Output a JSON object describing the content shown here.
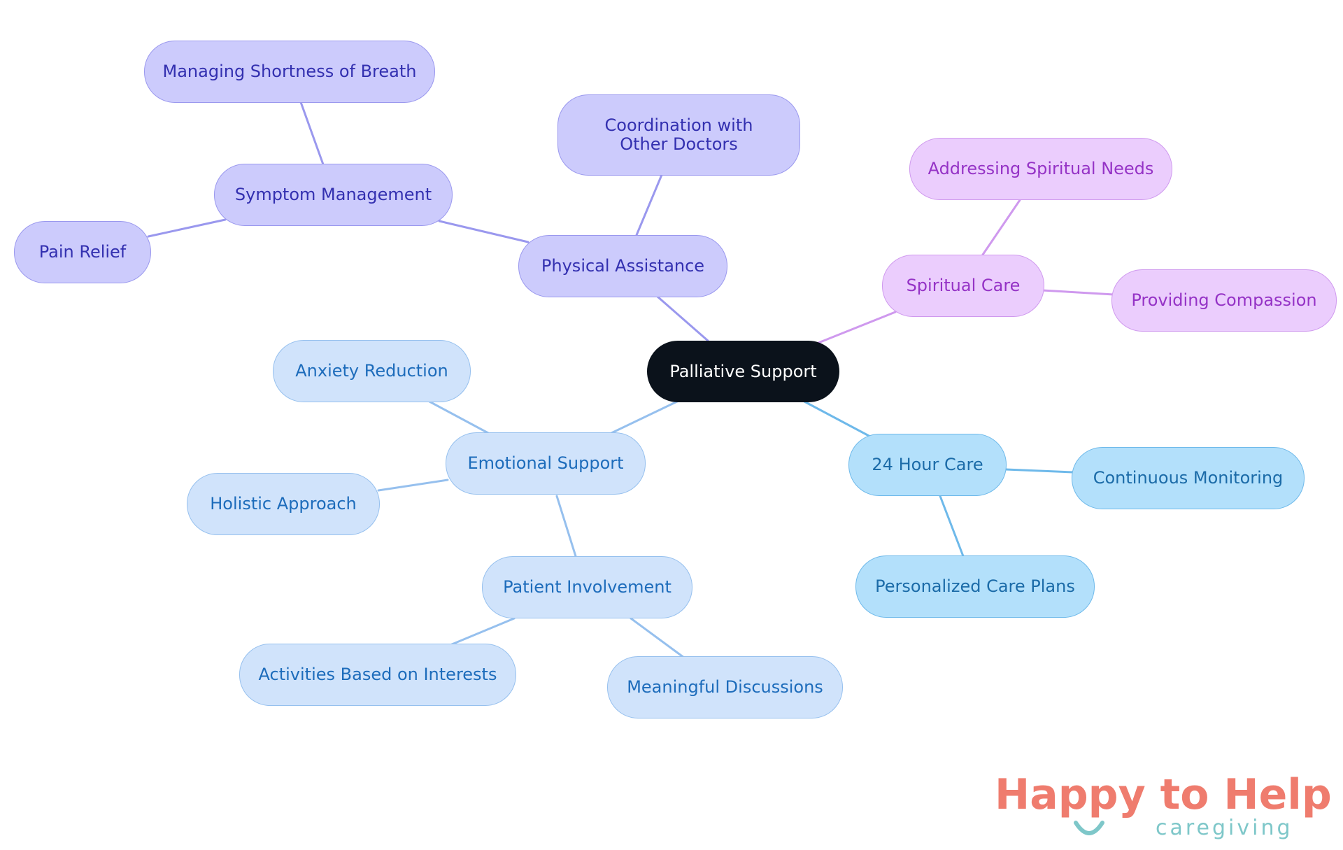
{
  "mindmap": {
    "root": "Palliative Support",
    "branches": {
      "physical": {
        "label": "Physical Assistance",
        "symptom_management": "Symptom Management",
        "shortness_of_breath": "Managing Shortness of Breath",
        "pain_relief": "Pain Relief",
        "coordination": "Coordination with Other Doctors"
      },
      "spiritual": {
        "label": "Spiritual Care",
        "spiritual_needs": "Addressing Spiritual Needs",
        "compassion": "Providing Compassion"
      },
      "care24": {
        "label": "24 Hour Care",
        "monitoring": "Continuous Monitoring",
        "care_plans": "Personalized Care Plans"
      },
      "emotional": {
        "label": "Emotional Support",
        "anxiety": "Anxiety Reduction",
        "holistic": "Holistic Approach",
        "involvement": "Patient Involvement",
        "activities": "Activities Based on Interests",
        "discussions": "Meaningful Discussions"
      }
    }
  },
  "logo": {
    "name_part1": "Happy ",
    "name_part2": "to Help",
    "subtitle": "caregiving"
  },
  "colors": {
    "root": "#0b121b",
    "physical": "#cccbfc",
    "spiritual": "#ebcdfd",
    "care24": "#b3e0fb",
    "emotional": "#d0e3fb",
    "logo_primary": "#ef7c6e",
    "logo_secondary": "#7ec7c9"
  }
}
